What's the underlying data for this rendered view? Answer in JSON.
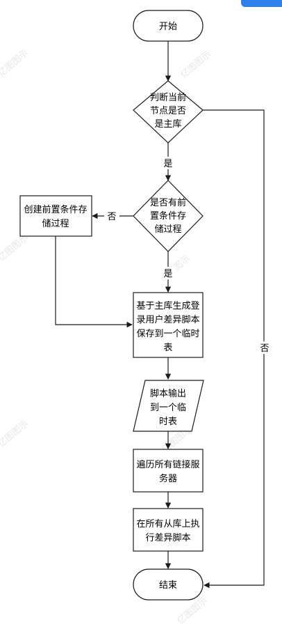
{
  "watermark": "亿图图示",
  "nodes": {
    "start": {
      "type": "terminal",
      "lines": [
        "开始"
      ]
    },
    "check_master": {
      "type": "decision",
      "lines": [
        "判断当前",
        "节点是否",
        "是主库"
      ]
    },
    "check_proc": {
      "type": "decision",
      "lines": [
        "是否有前",
        "置条件存",
        "储过程"
      ]
    },
    "create_proc": {
      "type": "process",
      "lines": [
        "创建前置条件存",
        "储过程"
      ]
    },
    "gen_script": {
      "type": "process",
      "lines": [
        "基于主库生成登",
        "录用户差异脚本",
        "保存到一个临时",
        "表"
      ]
    },
    "output_script": {
      "type": "data",
      "lines": [
        "脚本输出",
        "到一个临",
        "时表"
      ]
    },
    "iterate": {
      "type": "process",
      "lines": [
        "遍历所有链接服",
        "务器"
      ]
    },
    "execute": {
      "type": "process",
      "lines": [
        "在所有从库上执",
        "行差异脚本"
      ]
    },
    "end": {
      "type": "terminal",
      "lines": [
        "结束"
      ]
    }
  },
  "edge_labels": {
    "yes1": "是",
    "yes2": "是",
    "no_proc": "否",
    "no_master": "否"
  },
  "colors": {
    "stroke": "#1a1a1a",
    "fill": "#ffffff",
    "text": "#000000"
  }
}
